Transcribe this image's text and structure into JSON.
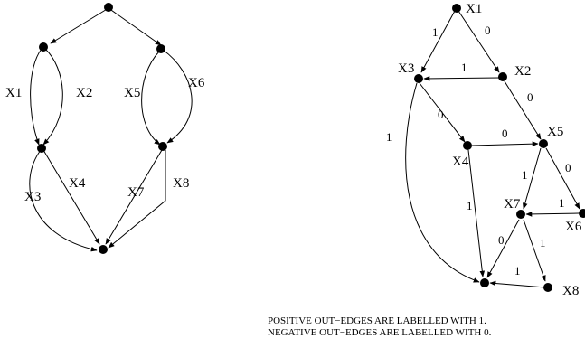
{
  "left_graph": {
    "edge_labels": [
      "X1",
      "X2",
      "X5",
      "X6",
      "X3",
      "X4",
      "X7",
      "X8"
    ]
  },
  "right_graph": {
    "node_labels": [
      "X1",
      "X3",
      "X2",
      "X5",
      "X4",
      "X7",
      "X6",
      "X8"
    ],
    "edge_values": [
      "1",
      "0",
      "1",
      "0",
      "0",
      "0",
      "1",
      "1",
      "0",
      "1",
      "1",
      "0",
      "1",
      "1"
    ]
  },
  "caption": {
    "line1": "POSITIVE OUT−EDGES ARE LABELLED WITH 1.",
    "line2": "NEGATIVE OUT−EDGES ARE LABELLED WITH 0."
  }
}
